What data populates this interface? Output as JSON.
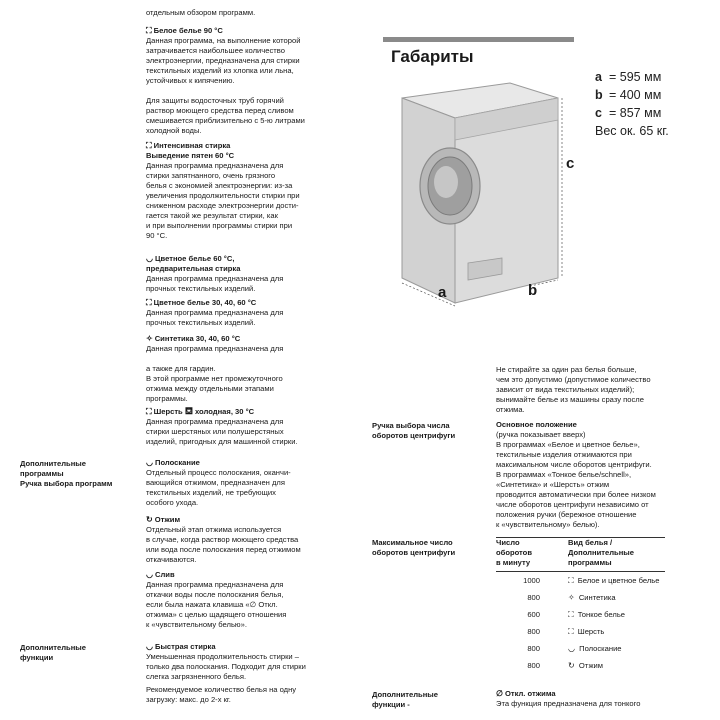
{
  "left": {
    "top_cut": "отдельным обзором программ.",
    "white_title": "Белое белье 90 °C",
    "white_text": [
      "Данная программа, на выполнение которой",
      "затрачивается наибольшее количество",
      "электроэнергии, предназначена для стирки",
      "текстильных изделий из хлопка или льна,",
      "устойчивых к кипячению."
    ],
    "drain_text": [
      "Для защиты водосточных труб горячий",
      "раствор моющего средства перед сливом",
      "смешивается приблизительно с 5-ю литрами",
      "холодной воды."
    ],
    "intensive_title1": "Интенсивная стирка",
    "intensive_title2": "Выведение пятен 60 °C",
    "intensive_text": [
      "Данная программа предназначена для",
      "стирки запятнанного, очень грязного",
      "белья с экономией электроэнергии: из-за",
      "увеличения продолжительности стирки при",
      "сниженном расходе электроэнергии дости-",
      "гается такой же результат стирки, как",
      "и при выполнении программы стирки при",
      "90 °C."
    ],
    "color60_title1": "Цветное белье 60 °C,",
    "color60_title2": "предварительная стирка",
    "color60_text": [
      "Данная программа предназначена для",
      "прочных текстильных изделий."
    ],
    "color_title": "Цветное белье 30, 40, 60 °C",
    "color_text": [
      "Данная программа предназначена для",
      "прочных текстильных изделий."
    ],
    "synth_title": "Синтетика 30, 40, 60 °C",
    "synth_text": [
      "Данная программа предназначена для"
    ],
    "curtains_text": [
      "а также для гардин.",
      "В этой программе нет промежуточного",
      "отжима между отдельными этапами",
      "программы."
    ],
    "wool_title_a": "Шерсть",
    "wool_title_b": "холодная, 30 °C",
    "wool_text": [
      "Данная программа предназначена для",
      "стирки шерстяных или полушерстяных",
      "изделий, пригодных для машинной стирки."
    ],
    "label_extra1": "Дополнительные",
    "label_extra2": "программы",
    "label_extra3": "Ручка выбора программ",
    "rinse_title": "Полоскание",
    "rinse_text": [
      "Отдельный процесс полоскания, оканчи-",
      "вающийся отжимом, предназначен для",
      "текстильных изделий, не требующих",
      "особого ухода."
    ],
    "spin_title": "Отжим",
    "spin_text": [
      "Отдельный этап отжима используется",
      "в случае, когда раствор моющего средства",
      "или вода после полоскания перед отжимом",
      "откачиваются."
    ],
    "drain_title": "Слив",
    "drain2_text": [
      "Данная программа предназначена для",
      "откачки воды после полоскания белья,",
      "если была нажата клавиша «∅ Откл.",
      "отжима» с целью щадящего отношения",
      "к «чувствительному белью»."
    ],
    "label_func1": "Дополнительные",
    "label_func2": "функции",
    "quick_title": "Быстрая стирка",
    "quick_text": [
      "Уменьшенная продолжительность стирки –",
      "только два полоскания. Подходит для стирки",
      "слегка загрязненного белья."
    ],
    "quick_text2": [
      "Рекомендуемое количество белья на одну",
      "загрузку: макс. до 2-х кг."
    ]
  },
  "right": {
    "title": "Габариты",
    "dims": [
      {
        "key": "a",
        "value": "= 595 мм"
      },
      {
        "key": "b",
        "value": "= 400 мм"
      },
      {
        "key": "c",
        "value": "= 857 мм"
      }
    ],
    "weight": "Вес ок. 65 кг.",
    "label_a": "a",
    "label_b": "b",
    "label_c": "c",
    "warn_text": [
      "Не стирайте за один раз белья больше,",
      "чем это допустимо (допустимое количество",
      "зависит от вида текстильных изделий);",
      "вынимайте белье из машины сразу после",
      "отжима."
    ],
    "spin_knob_label1": "Ручка выбора числа",
    "spin_knob_label2": "оборотов центрифуги",
    "basic_title": "Основное положение",
    "basic_text": [
      "(ручка показывает вверх)",
      "В программах «Белое и цветное белье»,",
      "текстильные изделия отжимаются при",
      "максимальном числе оборотов центрифуги.",
      "В программах «Тонкое белье/schnell»,",
      "«Синтетика» и «Шерсть» отжим",
      "проводится автоматически при более низком",
      "числе оборотов центрифуги независимо от",
      "положения ручки (бережное отношение",
      "к «чувствительному» белью)."
    ],
    "max_label1": "Максимальное число",
    "max_label2": "оборотов центрифуги",
    "table_head": {
      "col1": [
        "Число",
        "оборотов",
        "в минуту"
      ],
      "col2": [
        "Вид белья /",
        "Дополнительные",
        "программы"
      ]
    },
    "table_rows": [
      {
        "rpm": "1000",
        "icon": "⛶",
        "label": "Белое и цветное белье"
      },
      {
        "rpm": "800",
        "icon": "✧",
        "label": "Синтетика"
      },
      {
        "rpm": "600",
        "icon": "⛶",
        "label": "Тонкое белье"
      },
      {
        "rpm": "800",
        "icon": "⛶",
        "label": "Шерсть"
      },
      {
        "rpm": "800",
        "icon": "◡",
        "label": "Полоскание"
      },
      {
        "rpm": "800",
        "icon": "↻",
        "label": "Отжим"
      }
    ],
    "extra_func_label1": "Дополнительные",
    "extra_func_label2": "функции -",
    "spin_off_title": "Откл. отжима",
    "spin_off_text": "Эта функция предназначена для тонкого"
  }
}
